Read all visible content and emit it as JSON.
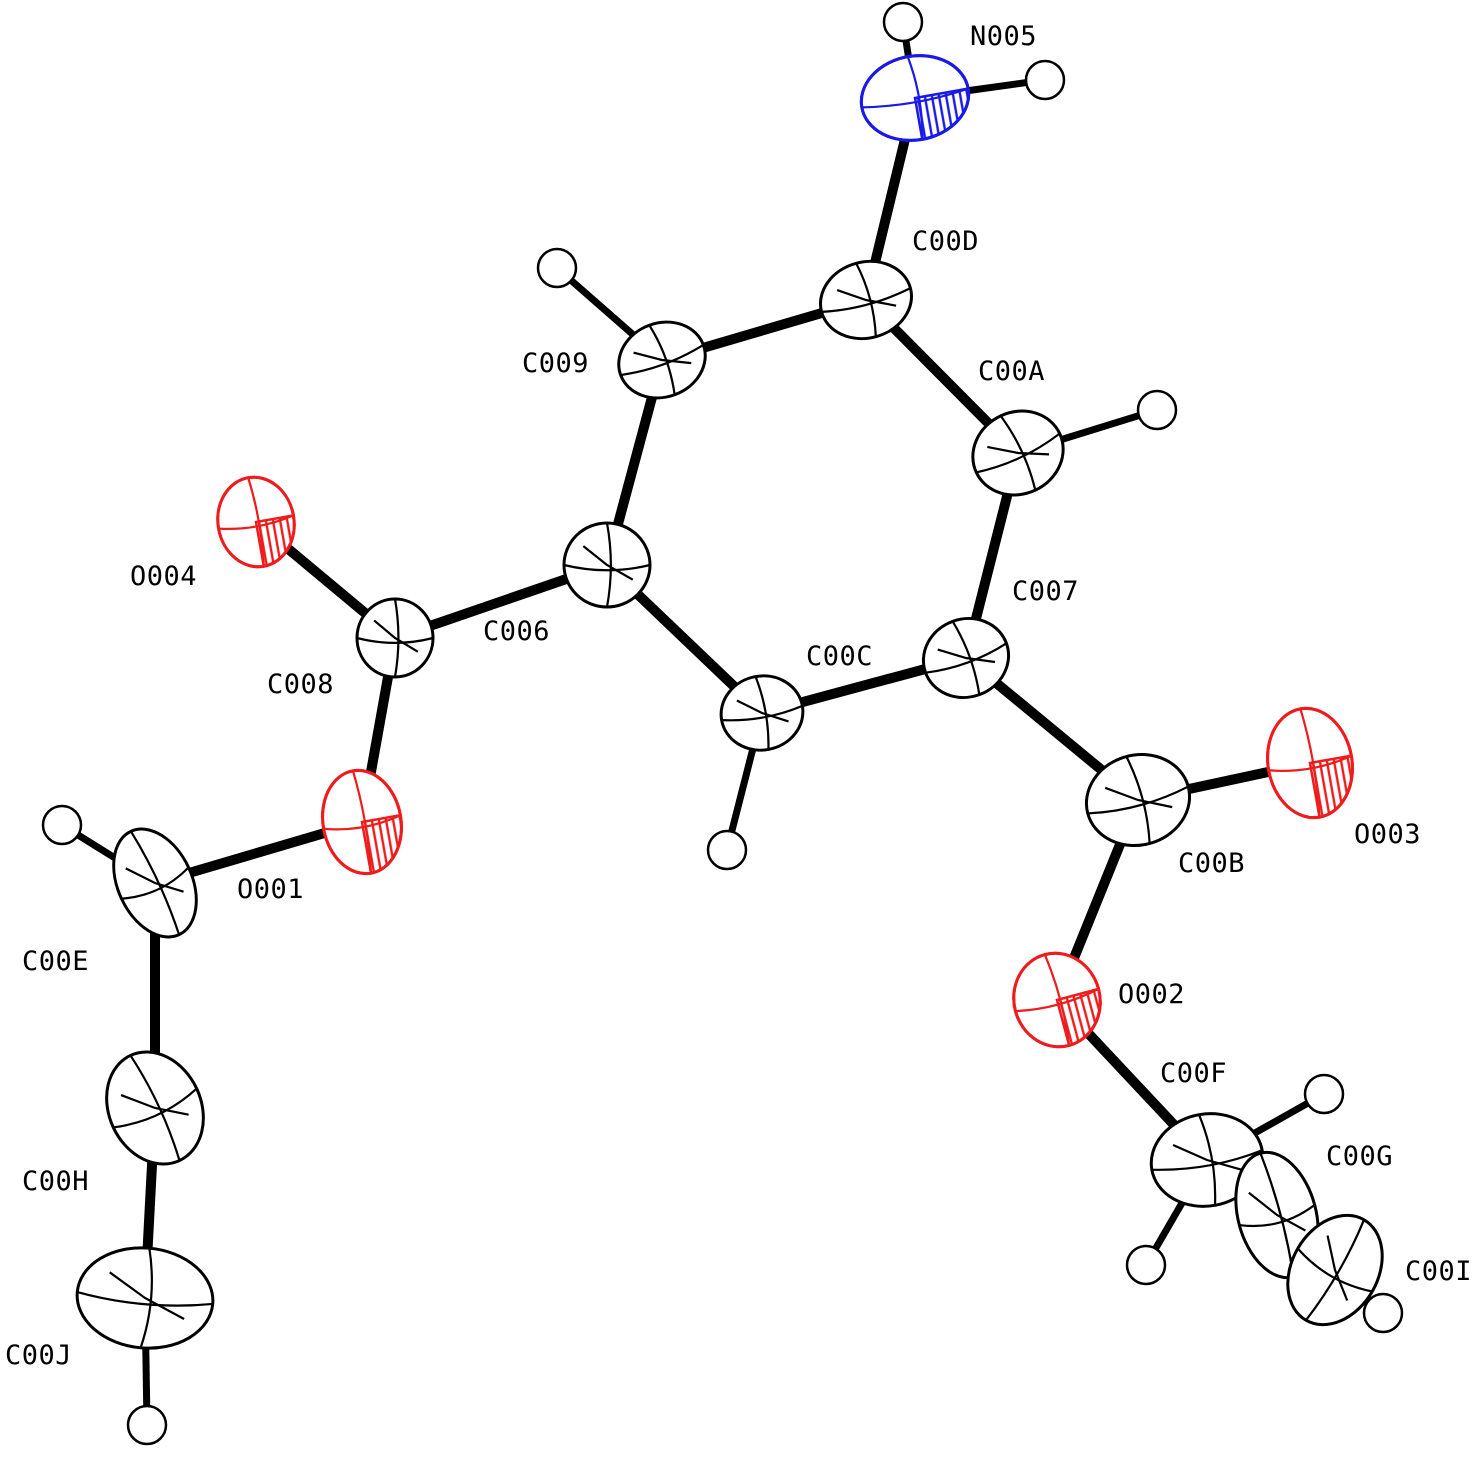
{
  "figure": {
    "type": "ORTEP thermal ellipsoid diagram",
    "colors": {
      "carbon": "#000000",
      "oxygen": "#ee1c1c",
      "nitrogen": "#1a1ae6",
      "hydrogen_fill": "#ffffff",
      "bond": "#000000"
    }
  },
  "atoms": [
    {
      "id": "N005",
      "element": "N",
      "label": "N005"
    },
    {
      "id": "C00D",
      "element": "C",
      "label": "C00D"
    },
    {
      "id": "C009",
      "element": "C",
      "label": "C009"
    },
    {
      "id": "C00A",
      "element": "C",
      "label": "C00A"
    },
    {
      "id": "C006",
      "element": "C",
      "label": "C006"
    },
    {
      "id": "C007",
      "element": "C",
      "label": "C007"
    },
    {
      "id": "C00C",
      "element": "C",
      "label": "C00C"
    },
    {
      "id": "C008",
      "element": "C",
      "label": "C008"
    },
    {
      "id": "O004",
      "element": "O",
      "label": "O004"
    },
    {
      "id": "O001",
      "element": "O",
      "label": "O001"
    },
    {
      "id": "C00E",
      "element": "C",
      "label": "C00E"
    },
    {
      "id": "C00H",
      "element": "C",
      "label": "C00H"
    },
    {
      "id": "C00J",
      "element": "C",
      "label": "C00J"
    },
    {
      "id": "C00B",
      "element": "C",
      "label": "C00B"
    },
    {
      "id": "O003",
      "element": "O",
      "label": "O003"
    },
    {
      "id": "O002",
      "element": "O",
      "label": "O002"
    },
    {
      "id": "C00F",
      "element": "C",
      "label": "C00F"
    },
    {
      "id": "C00G",
      "element": "C",
      "label": "C00G"
    },
    {
      "id": "C00I",
      "element": "C",
      "label": "C00I"
    }
  ],
  "bonds": [
    [
      "N005",
      "C00D"
    ],
    [
      "C00D",
      "C009"
    ],
    [
      "C00D",
      "C00A"
    ],
    [
      "C009",
      "C006"
    ],
    [
      "C00A",
      "C007"
    ],
    [
      "C006",
      "C00C"
    ],
    [
      "C00C",
      "C007"
    ],
    [
      "C006",
      "C008"
    ],
    [
      "C008",
      "O004"
    ],
    [
      "C008",
      "O001"
    ],
    [
      "O001",
      "C00E"
    ],
    [
      "C00E",
      "C00H"
    ],
    [
      "C00H",
      "C00J"
    ],
    [
      "C007",
      "C00B"
    ],
    [
      "C00B",
      "O003"
    ],
    [
      "C00B",
      "O002"
    ],
    [
      "O002",
      "C00F"
    ],
    [
      "C00F",
      "C00G"
    ],
    [
      "C00G",
      "C00I"
    ]
  ]
}
